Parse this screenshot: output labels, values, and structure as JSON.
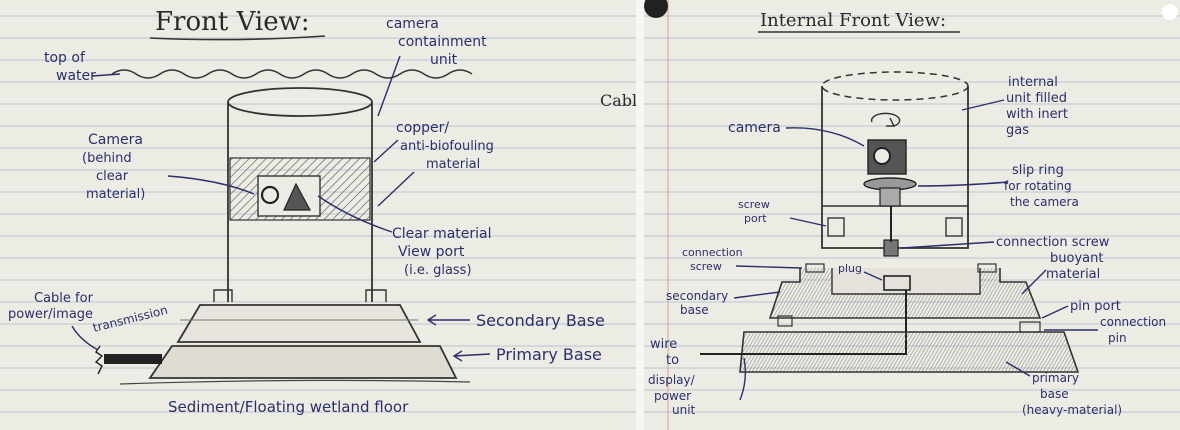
{
  "left_panel": {
    "heading": "Front View:",
    "labels": {
      "top_of_water": [
        "top of",
        "water"
      ],
      "camera_containment": [
        "camera",
        "containment",
        "unit"
      ],
      "camera": [
        "Camera",
        "(behind",
        "clear",
        "material)"
      ],
      "copper": [
        "copper/",
        "anti-biofouling",
        "material"
      ],
      "clear_material": [
        "Clear material",
        "View port",
        "(i.e. glass)"
      ],
      "cable": [
        "Cable for",
        "power/image",
        "transmission"
      ],
      "secondary_base": "Secondary Base",
      "primary_base": "Primary Base",
      "floor": "Sediment/Floating wetland floor",
      "cut_off": "Cabl"
    }
  },
  "right_panel": {
    "heading": "Internal Front View:",
    "labels": {
      "internal_unit": [
        "internal",
        "unit filled",
        "with inert",
        "gas"
      ],
      "camera": "camera",
      "slip_ring": [
        "slip ring",
        "for rotating",
        "the camera"
      ],
      "screw_port": [
        "screw",
        "port"
      ],
      "connection_screw_right": "connection screw",
      "connection_screw_left": [
        "connection",
        "screw"
      ],
      "plug": "plug",
      "buoyant": [
        "buoyant",
        "material"
      ],
      "secondary_base": [
        "secondary",
        "base"
      ],
      "pin_port": "pin port",
      "connection_pin": [
        "connection",
        "pin"
      ],
      "wire": [
        "wire",
        "to"
      ],
      "display_power": [
        "display/",
        "power",
        "unit"
      ],
      "primary_base": [
        "primary",
        "base",
        "(heavy-material)"
      ]
    }
  },
  "colors": {
    "paper": "#ecebe4",
    "rule_line": "#aab8cc",
    "margin_line": "#d9a0a0",
    "ink": "#2b2f6b",
    "pencil": "#2a2a2a"
  }
}
